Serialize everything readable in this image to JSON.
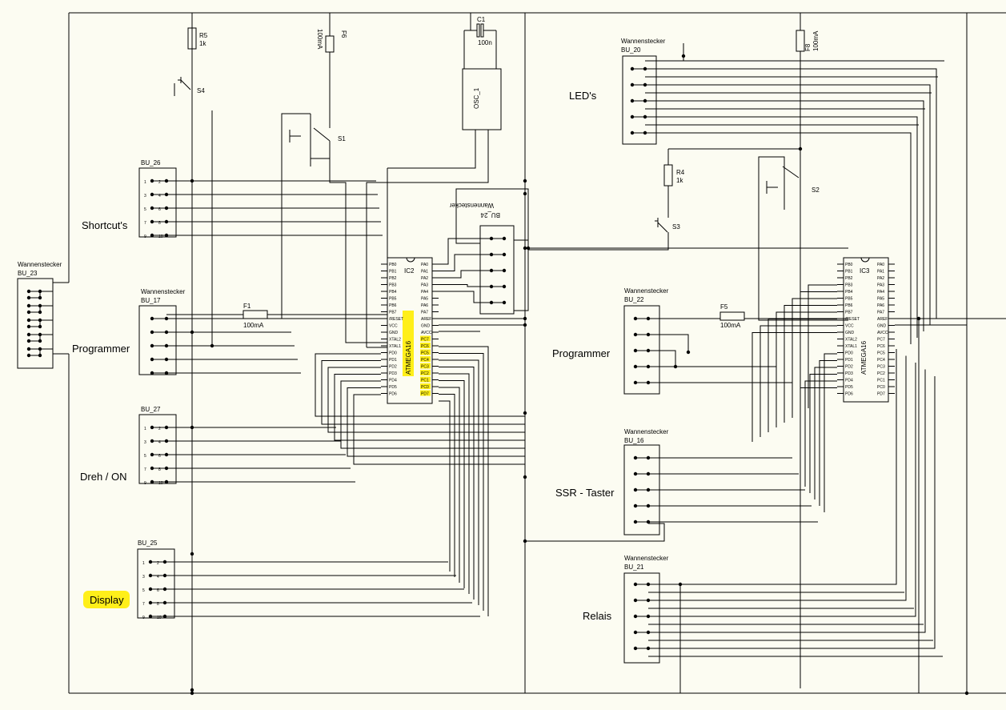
{
  "groups": {
    "shortcuts": "Shortcut's",
    "programmer_left": "Programmer",
    "dreh_on": "Dreh / ON",
    "display": "Display",
    "leds": "LED's",
    "programmer_right": "Programmer",
    "ssr_taster": "SSR - Taster",
    "relais": "Relais"
  },
  "components": {
    "r5": {
      "ref": "R5",
      "value": "1k"
    },
    "f6": {
      "ref": "F6",
      "value": "100mA"
    },
    "c1": {
      "ref": "C1",
      "value": "100n"
    },
    "osc": {
      "ref": "OSC_1"
    },
    "s4": {
      "ref": "S4"
    },
    "s1": {
      "ref": "S1"
    },
    "f1": {
      "ref": "F1",
      "value": "100mA"
    },
    "f8": {
      "ref": "F8",
      "value": "100mA"
    },
    "r4": {
      "ref": "R4",
      "value": "1k"
    },
    "s2": {
      "ref": "S2"
    },
    "s3": {
      "ref": "S3"
    },
    "f5": {
      "ref": "F5",
      "value": "100mA"
    }
  },
  "connectors": {
    "bu23": {
      "type": "Wannenstecker",
      "ref": "BU_23"
    },
    "bu26": {
      "ref": "BU_26"
    },
    "bu17": {
      "type": "Wannenstecker",
      "ref": "BU_17"
    },
    "bu27": {
      "ref": "BU_27"
    },
    "bu25": {
      "ref": "BU_25"
    },
    "bu24": {
      "type": "Wannenstecker",
      "ref": "BU_24"
    },
    "bu20": {
      "type": "Wannenstecker",
      "ref": "BU_20"
    },
    "bu22": {
      "type": "Wannenstecker",
      "ref": "BU_22"
    },
    "bu16": {
      "type": "Wannenstecker",
      "ref": "BU_16"
    },
    "bu21": {
      "type": "Wannenstecker",
      "ref": "BU_21"
    }
  },
  "pin_numbers": {
    "left": [
      "1",
      "3",
      "5",
      "7",
      "9"
    ],
    "right": [
      "2",
      "4",
      "6",
      "8",
      "10"
    ]
  },
  "ics": {
    "ic2": {
      "ref": "IC2",
      "part": "ATMEGA16"
    },
    "ic3": {
      "ref": "IC3",
      "part": "ATMEGA16"
    },
    "left_pins": [
      "PB0",
      "PB1",
      "PB2",
      "PB3",
      "PB4",
      "PB5",
      "PB6",
      "PB7",
      "/RESET",
      "VCC",
      "GND",
      "XTAL2",
      "XTAL1",
      "PD0",
      "PD1",
      "PD2",
      "PD3",
      "PD4",
      "PD5",
      "PD6"
    ],
    "right_pins": [
      "PA0",
      "PA1",
      "PA2",
      "PA3",
      "PA4",
      "PA5",
      "PA6",
      "PA7",
      "AREF",
      "GND",
      "AVCC",
      "PC7",
      "PC6",
      "PC5",
      "PC4",
      "PC3",
      "PC2",
      "PC1",
      "PC0",
      "PD7"
    ]
  },
  "colors": {
    "background": "#fcfcf2",
    "wire": "#000000",
    "highlight": "#ffef1a"
  }
}
